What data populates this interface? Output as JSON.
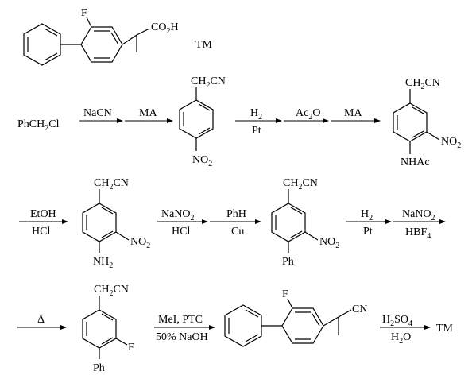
{
  "target": {
    "label": "TM",
    "carboxyl_label": "CO",
    "carboxyl_sub": "2",
    "carboxyl_tail": "H",
    "fluoro_label": "F"
  },
  "labels": {
    "start": "PhCH",
    "start_sub": "2",
    "start_tail": "Cl",
    "ch2cn_head": "CH",
    "ch2cn_sub": "2",
    "ch2cn_tail": "CN",
    "nitro_head": "NO",
    "nitro_sub": "2",
    "nhac": "NHAc",
    "nh2_head": "NH",
    "nh2_sub": "2",
    "ph": "Ph",
    "fluoro": "F",
    "cn": "CN",
    "end": "TM"
  },
  "reagents": {
    "step1_top": "NaCN",
    "step2_top": "MA",
    "step3_top_head": "H",
    "step3_top_sub": "2",
    "step3_bottom": "Pt",
    "step4_top_head": "Ac",
    "step4_top_sub": "2",
    "step4_top_tail": "O",
    "step5_top": "MA",
    "step6_top": "EtOH",
    "step6_bottom": "HCl",
    "step7_top_head": "NaNO",
    "step7_top_sub": "2",
    "step7_bottom": "HCl",
    "step8_top": "PhH",
    "step8_bottom": "Cu",
    "step9_top_head": "H",
    "step9_top_sub": "2",
    "step9_bottom": "Pt",
    "step10_top_head": "NaNO",
    "step10_top_sub": "2",
    "step10_bottom_head": "HBF",
    "step10_bottom_sub": "4",
    "step11_top": "Δ",
    "step12_top": "MeI, PTC",
    "step12_bottom": "50% NaOH",
    "step13_top_head": "H",
    "step13_top_sub": "2",
    "step13_top_tail": "SO",
    "step13_top_sub2": "4",
    "step13_bottom_head": "H",
    "step13_bottom_sub": "2",
    "step13_bottom_tail": "O"
  }
}
